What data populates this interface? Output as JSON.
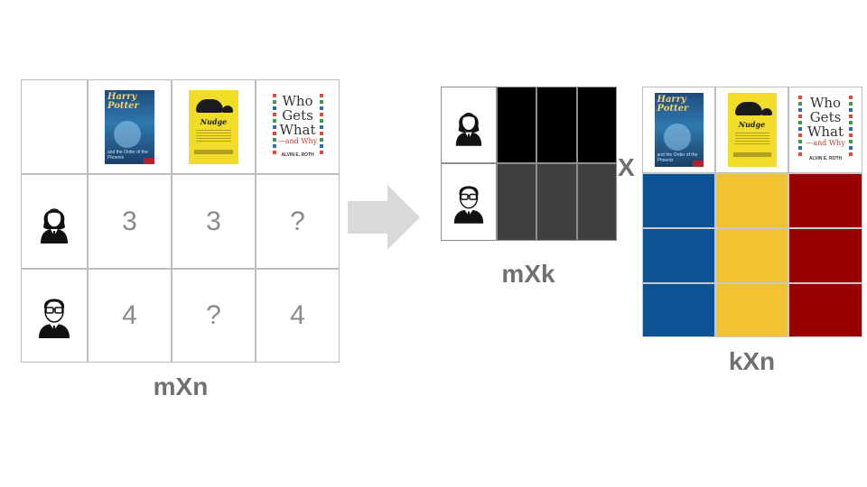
{
  "ratings_matrix": {
    "books": [
      {
        "icon": "harry-potter-book-cover",
        "title_line1": "Harry Potter",
        "title_line2": "and the Order of the Phoenix"
      },
      {
        "icon": "nudge-book-cover",
        "title": "Nudge"
      },
      {
        "icon": "who-gets-what-book-cover",
        "title_lines": [
          "Who",
          "Gets",
          "What"
        ],
        "subtitle": "—and Why",
        "author": "ALVIN E. ROTH"
      }
    ],
    "users": [
      {
        "icon": "female-user-icon",
        "ratings": [
          "3",
          "3",
          "?"
        ]
      },
      {
        "icon": "male-user-icon",
        "ratings": [
          "4",
          "?",
          "4"
        ]
      }
    ],
    "caption": "mXn"
  },
  "arrow_icon": "right-arrow-icon",
  "user_factor_matrix": {
    "users": [
      {
        "icon": "female-user-icon",
        "color": "#000000"
      },
      {
        "icon": "male-user-icon",
        "color": "#404040"
      }
    ],
    "k": 3,
    "caption": "mXk"
  },
  "multiply_sign": "X",
  "item_factor_matrix": {
    "books": [
      {
        "icon": "harry-potter-book-cover",
        "color": "#0b5394"
      },
      {
        "icon": "nudge-book-cover",
        "color": "#f1c232"
      },
      {
        "icon": "who-gets-what-book-cover",
        "color": "#990000"
      }
    ],
    "k": 3,
    "caption": "kXn"
  },
  "colors": {
    "grid_border": "#bdbdbd",
    "caption_text": "#707070",
    "rating_text": "#8a8a8a",
    "arrow": "#d9d9d9"
  }
}
